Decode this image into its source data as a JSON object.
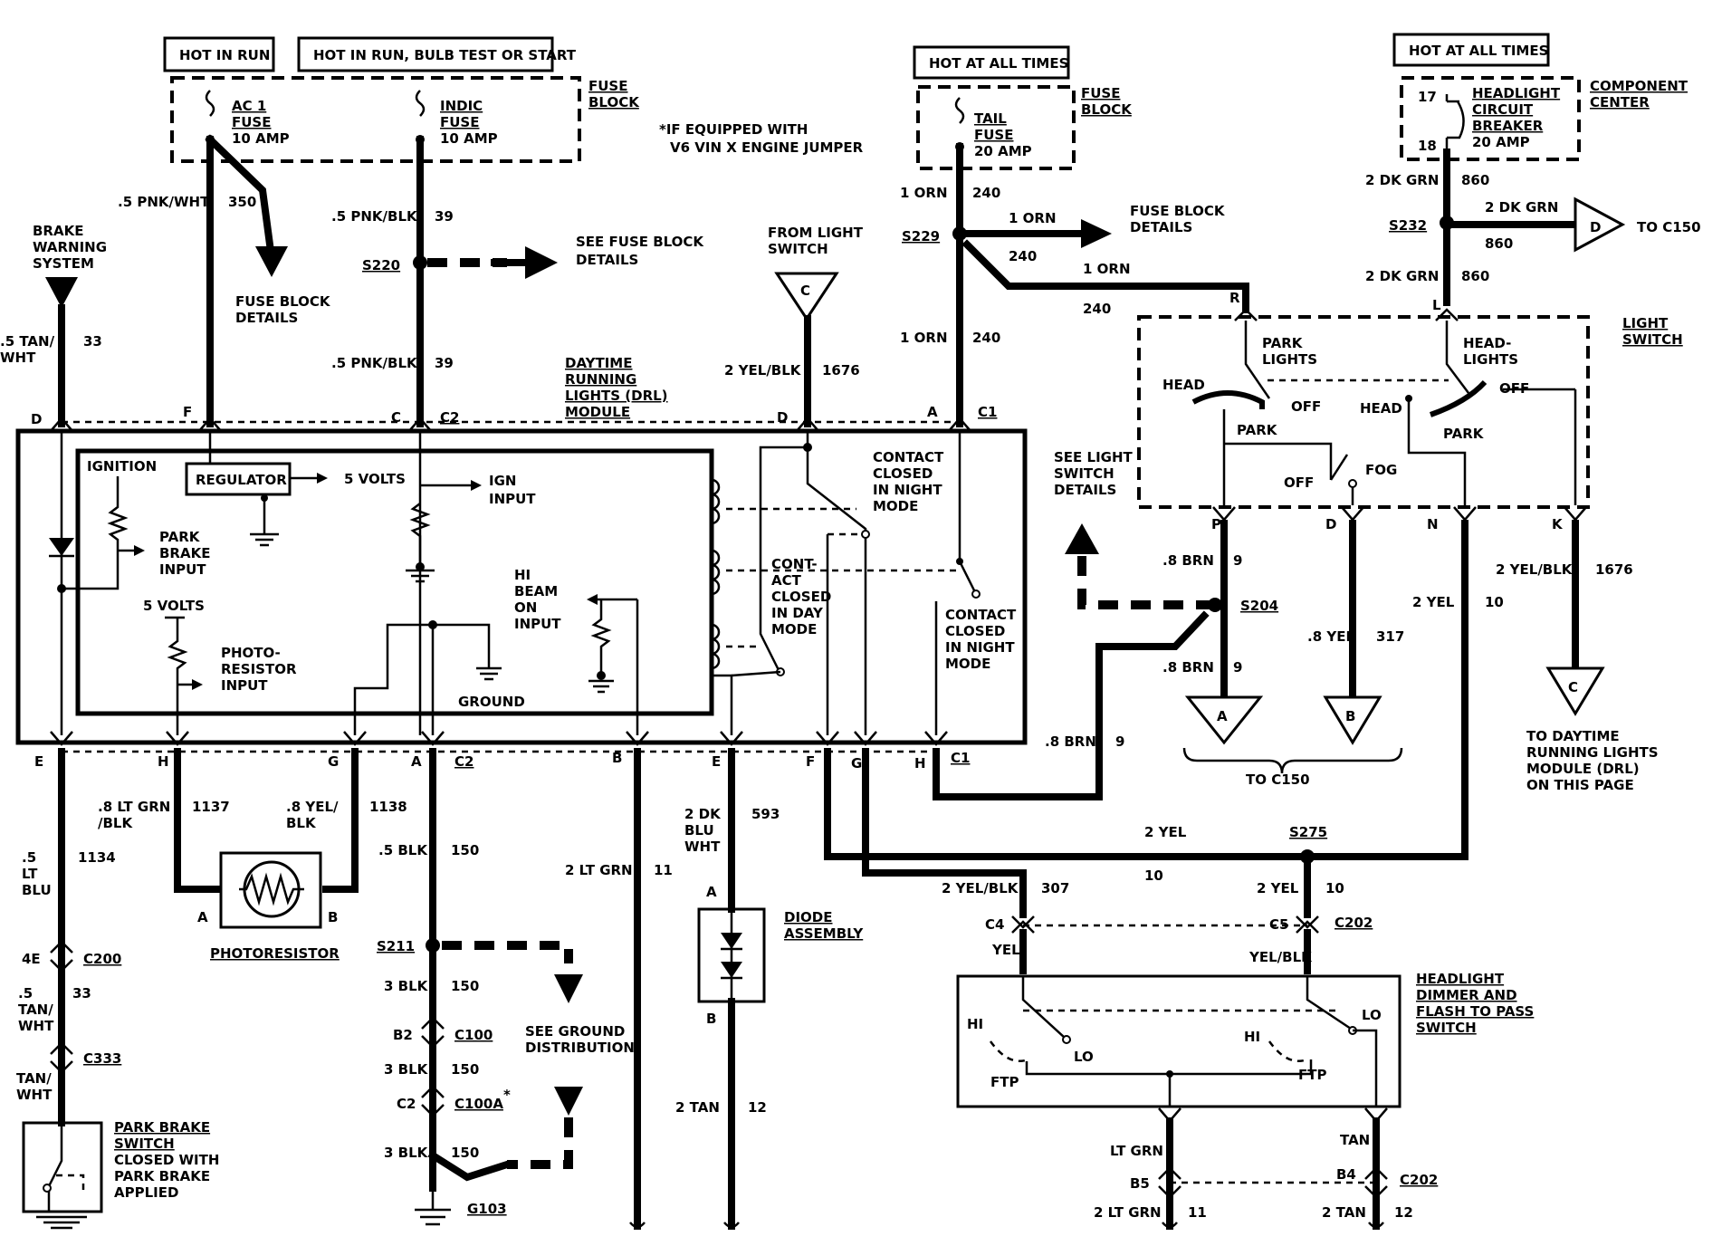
{
  "top": {
    "hot_in_run": "HOT IN RUN",
    "hot_in_run_bulb": "HOT IN RUN, BULB TEST OR START",
    "hot_all_times_1": "HOT AT ALL TIMES",
    "hot_all_times_2": "HOT AT ALL TIMES",
    "fuse_block_1a": "FUSE",
    "fuse_block_1b": "BLOCK",
    "fuse_block_2a": "FUSE",
    "fuse_block_2b": "BLOCK",
    "component_center_a": "COMPONENT",
    "component_center_b": "CENTER",
    "ac1_fuse_a": "AC 1",
    "ac1_fuse_b": "FUSE",
    "ac1_fuse_c": "10 AMP",
    "indic_fuse_a": "INDIC",
    "indic_fuse_b": "FUSE",
    "indic_fuse_c": "10 AMP",
    "tail_fuse_a": "TAIL",
    "tail_fuse_b": "FUSE",
    "tail_fuse_c": "20 AMP",
    "cb_a": "HEADLIGHT",
    "cb_b": "CIRCUIT",
    "cb_c": "BREAKER",
    "cb_d": "20 AMP",
    "cb_pin17": "17",
    "cb_pin18": "18",
    "note_a": "*IF EQUIPPED WITH",
    "note_b": "V6 VIN X ENGINE JUMPER"
  },
  "left": {
    "brake_warning_a": "BRAKE",
    "brake_warning_b": "WARNING",
    "brake_warning_c": "SYSTEM",
    "w33_color_a": ".5 TAN/",
    "w33_color_b": "WHT",
    "w33_num": "33",
    "w350_color": ".5 PNK/WHT",
    "w350_num": "350",
    "fbd1_a": "FUSE BLOCK",
    "fbd1_b": "DETAILS",
    "w39a_color": ".5 PNK/BLK",
    "w39a_num": "39",
    "w39b_color": ".5 PNK/BLK",
    "w39b_num": "39",
    "s220": "S220",
    "see_fbd_a": "SEE FUSE BLOCK",
    "see_fbd_b": "DETAILS"
  },
  "module": {
    "title_a": "DAYTIME",
    "title_b": "RUNNING",
    "title_c": "LIGHTS (DRL)",
    "title_d": "MODULE",
    "ignition": "IGNITION",
    "regulator": "REGULATOR",
    "five_volts_1": "5 VOLTS",
    "ign_input_a": "IGN",
    "ign_input_b": "INPUT",
    "park_brake_a": "PARK",
    "park_brake_b": "BRAKE",
    "park_brake_c": "INPUT",
    "five_volts_2": "5 VOLTS",
    "photo_a": "PHOTO-",
    "photo_b": "RESISTOR",
    "photo_c": "INPUT",
    "hi_beam_a": "HI",
    "hi_beam_b": "BEAM",
    "hi_beam_c": "ON",
    "hi_beam_d": "INPUT",
    "ground": "GROUND",
    "contact_night1_a": "CONTACT",
    "contact_night1_b": "CLOSED",
    "contact_night1_c": "IN NIGHT",
    "contact_night1_d": "MODE",
    "contact_day_a": "CONT-",
    "contact_day_b": "ACT",
    "contact_day_c": "CLOSED",
    "contact_day_d": "IN DAY",
    "contact_day_e": "MODE",
    "contact_night2_a": "CONTACT",
    "contact_night2_b": "CLOSED",
    "contact_night2_c": "IN NIGHT",
    "contact_night2_d": "MODE",
    "pin_D_top": "D",
    "pin_F_top": "F",
    "pin_C_top": "C",
    "c2_top": "C2",
    "pin_D2_top": "D",
    "pin_A_top": "A",
    "c1_top": "C1",
    "pin_E_bot": "E",
    "pin_H_bot": "H",
    "pin_G_bot": "G",
    "pin_A_bot": "A",
    "c2_bot": "C2",
    "pin_B_bot": "B",
    "pin_E2_bot": "E",
    "pin_F_bot": "F",
    "pin_G2_bot": "G",
    "pin_H2_bot": "H",
    "c1_bot": "C1"
  },
  "center_top": {
    "from_light_a": "FROM LIGHT",
    "from_light_b": "SWITCH",
    "conn_c": "C",
    "w1676_color": "2 YEL/BLK",
    "w1676_num": "1676",
    "w240a_color": "1 ORN",
    "w240a_num": "240",
    "s229": "S229",
    "w1orn_a": "1 ORN",
    "w240b": "240",
    "fbd2_a": "FUSE BLOCK",
    "fbd2_b": "DETAILS",
    "w1orn_b": "1 ORN",
    "w240c": "240",
    "w240d_color": "1 ORN",
    "w240d_num": "240"
  },
  "right_top": {
    "w860a_color": "2 DK GRN",
    "w860a_num": "860",
    "s232": "S232",
    "w860b_color": "2 DK GRN",
    "w860b_num": "860",
    "conn_d": "D",
    "to_c150_1": "TO C150",
    "w860c_color": "2 DK GRN",
    "w860c_num": "860",
    "pin_R": "R",
    "pin_L": "L"
  },
  "light_switch": {
    "title_a": "LIGHT",
    "title_b": "SWITCH",
    "park_lights_a": "PARK",
    "park_lights_b": "LIGHTS",
    "head_lights_a": "HEAD-",
    "head_lights_b": "LIGHTS",
    "head1": "HEAD",
    "off1": "OFF",
    "park1": "PARK",
    "head2": "HEAD",
    "off2": "OFF",
    "park2": "PARK",
    "off3": "OFF",
    "fog": "FOG",
    "pin_P": "P",
    "pin_D": "D",
    "pin_N": "N",
    "pin_K": "K",
    "see_ls_a": "SEE LIGHT",
    "see_ls_b": "SWITCH",
    "see_ls_c": "DETAILS"
  },
  "right_mid": {
    "w9a_color": ".8 BRN",
    "w9a_num": "9",
    "s204": "S204",
    "w9b_color": ".8 BRN",
    "w9b_num": "9",
    "w317_color": ".8 YEL",
    "w317_num": "317",
    "w10a_color": "2 YEL",
    "w10a_num": "10",
    "w1676b_color": "2 YEL/BLK",
    "w1676b_num": "1676",
    "conn_a": "A",
    "conn_b": "B",
    "conn_c2": "C",
    "to_c150_2": "TO C150",
    "to_drl_a": "TO DAYTIME",
    "to_drl_b": "RUNNING LIGHTS",
    "to_drl_c": "MODULE (DRL)",
    "to_drl_d": "ON THIS PAGE",
    "w9c_color": ".8 BRN",
    "w9c_num": "9"
  },
  "bottom_left": {
    "w1134_a": ".5",
    "w1134_b": "LT",
    "w1134_c": "BLU",
    "w1134_num": "1134",
    "c200_pin": "4E",
    "c200": "C200",
    "w33b_a": ".5",
    "w33b_b": "TAN/",
    "w33b_c": "WHT",
    "w33b_num": "33",
    "c333": "C333",
    "tan_a": "TAN/",
    "tan_b": "WHT",
    "pbs_a": "PARK BRAKE",
    "pbs_b": "SWITCH",
    "pbs_c": "CLOSED WITH",
    "pbs_d": "PARK BRAKE",
    "pbs_e": "APPLIED",
    "w1137_a": ".8 LT GRN",
    "w1137_b": "/BLK",
    "w1137_num": "1137",
    "w1138_a": ".8 YEL/",
    "w1138_b": "BLK",
    "w1138_num": "1138",
    "photoresistor": "PHOTORESISTOR",
    "pr_a": "A",
    "pr_b": "B"
  },
  "bottom_center": {
    "w150a_color": ".5 BLK",
    "w150a_num": "150",
    "s211": "S211",
    "w150b_color": "3 BLK",
    "w150b_num": "150",
    "c100_pin": "B2",
    "c100": "C100",
    "w150c_color": "3 BLK",
    "w150c_num": "150",
    "c100a_pin": "C2",
    "c100a": "C100A",
    "star": "*",
    "w150d_color": "3 BLK",
    "w150d_num": "150",
    "g103": "G103",
    "see_gd_a": "SEE GROUND",
    "see_gd_b": "DISTRIBUTION",
    "w11_color": "2 LT GRN",
    "w11_num": "11",
    "w593_a": "2 DK",
    "w593_b": "BLU",
    "w593_c": "WHT",
    "w593_num": "593",
    "diode_a": "DIODE",
    "diode_b": "ASSEMBLY",
    "diode_pin_a": "A",
    "diode_pin_b": "B",
    "w12_color": "2 TAN",
    "w12_num": "12"
  },
  "bottom_right": {
    "w10b_color": "2 YEL",
    "w10b_num": "10",
    "s275": "S275",
    "w307_color": "2 YEL/BLK",
    "w307_num": "307",
    "w10c_color": "2 YEL",
    "w10c_num": "10",
    "c4": "C4",
    "c5": "C5",
    "c202": "C202",
    "yel": "YEL",
    "yelblk": "YEL/BLK",
    "dimmer_a": "HEADLIGHT",
    "dimmer_b": "DIMMER AND",
    "dimmer_c": "FLASH TO PASS",
    "dimmer_d": "SWITCH",
    "hi1": "HI",
    "lo1": "LO",
    "ftp1": "FTP",
    "hi2": "HI",
    "lo2": "LO",
    "ftp2": "FTP",
    "ltgrn": "LT GRN",
    "tan": "TAN",
    "b5": "B5",
    "b4": "B4",
    "c202b": "C202",
    "w11b_color": "2 LT GRN",
    "w11b_num": "11",
    "w12b_color": "2 TAN",
    "w12b_num": "12"
  }
}
